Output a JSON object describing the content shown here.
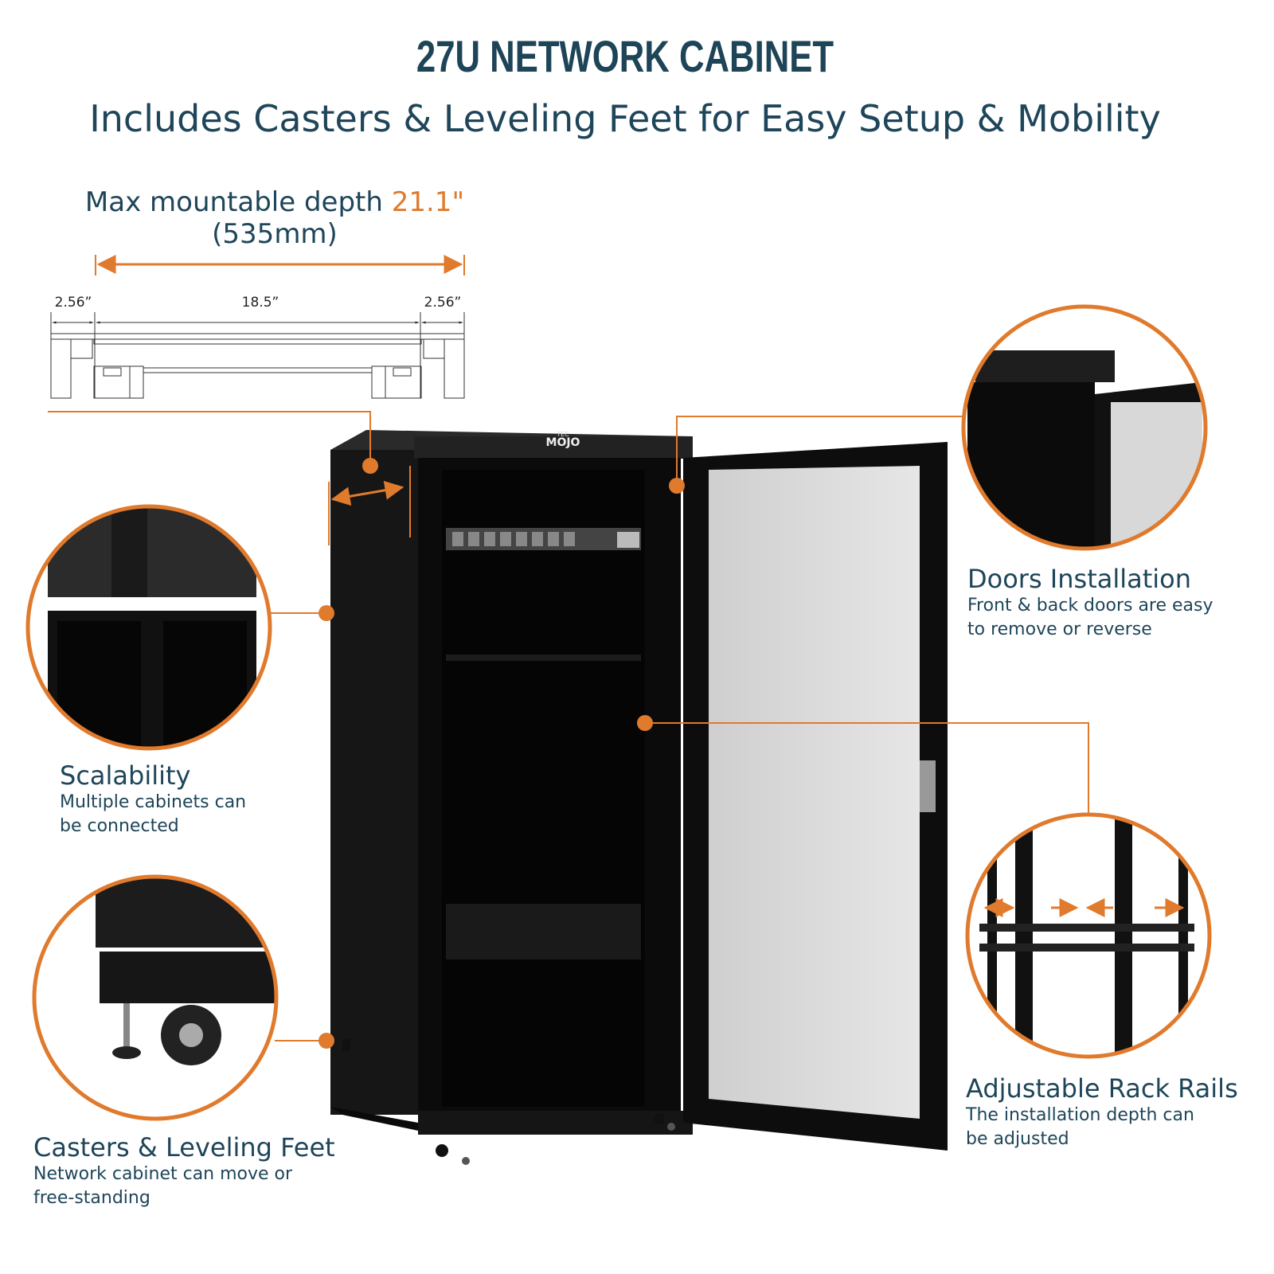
{
  "header": {
    "title": "27U NETWORK CABINET",
    "subtitle": "Includes Casters & Leveling Feet for Easy Setup & Mobility"
  },
  "depth": {
    "label": "Max mountable depth",
    "value": "21.1\"",
    "metric": "(535mm)",
    "dims": [
      "2.56”",
      "18.5”",
      "2.56”"
    ]
  },
  "brand": {
    "small": "TEC",
    "large": "MOJO"
  },
  "features": [
    {
      "title": "Scalability",
      "desc": [
        "Multiple cabinets can",
        "be connected"
      ]
    },
    {
      "title": "Casters & Leveling Feet",
      "desc": [
        "Network cabinet can move or",
        "free-standing"
      ]
    },
    {
      "title": "Doors Installation",
      "desc": [
        "Front & back doors are easy",
        "to remove or reverse"
      ]
    },
    {
      "title": "Adjustable Rack Rails",
      "desc": [
        "The installation depth can",
        "be adjusted"
      ]
    }
  ],
  "colors": {
    "accent": "#e07a2c",
    "text": "#1e4559",
    "cabinet": "#111111"
  }
}
